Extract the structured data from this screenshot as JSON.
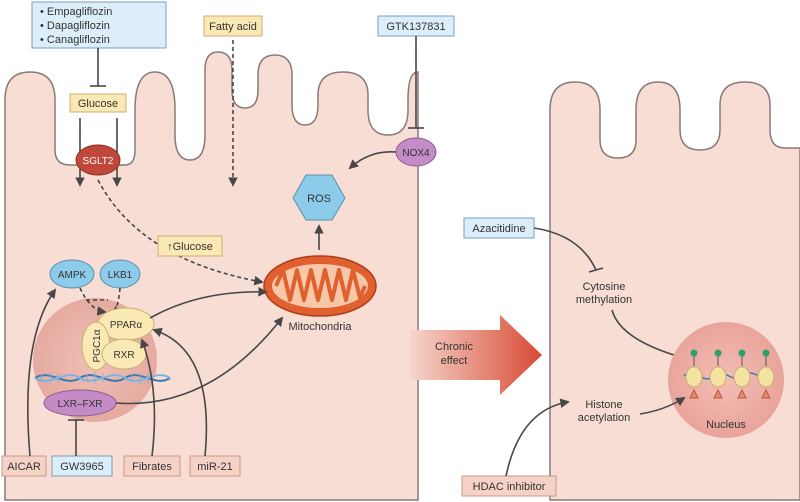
{
  "inhibitors_top": {
    "sglt2_drugs": [
      "Empagliflozin",
      "Dapagliflozin",
      "Canagliflozin"
    ],
    "fatty_acid": "Fatty acid",
    "gtk": "GTK137831"
  },
  "cell_left": {
    "glucose": "Glucose",
    "sglt2": "SGLT2",
    "nox4": "NOX4",
    "ros": "ROS",
    "up_glucose": "↑Glucose",
    "ampk": "AMPK",
    "lkb1": "LKB1",
    "ppara": "PPARα",
    "pgc1a": "PGC1α",
    "rxr": "RXR",
    "lxr_fxr": "LXR–FXR",
    "mitochondria": "Mitochondria"
  },
  "bottom_boxes": {
    "aicar": "AICAR",
    "gw3965": "GW3965",
    "fibrates": "Fibrates",
    "mir21": "miR-21"
  },
  "transition": {
    "line1": "Chronic",
    "line2": "effect"
  },
  "cell_right": {
    "azacitidine": "Azacitidine",
    "cytosine_line1": "Cytosine",
    "cytosine_line2": "methylation",
    "histone_line1": "Histone",
    "histone_line2": "acetylation",
    "nucleus": "Nucleus",
    "hdac": "HDAC inhibitor"
  },
  "colors": {
    "cell_fill": "#f8ddd4",
    "cell_stroke": "#8a7a76",
    "mito": "#e0612f",
    "blue_node": "#8dcbeb",
    "purple_node": "#c48bc6",
    "red_node": "#c0483a"
  }
}
